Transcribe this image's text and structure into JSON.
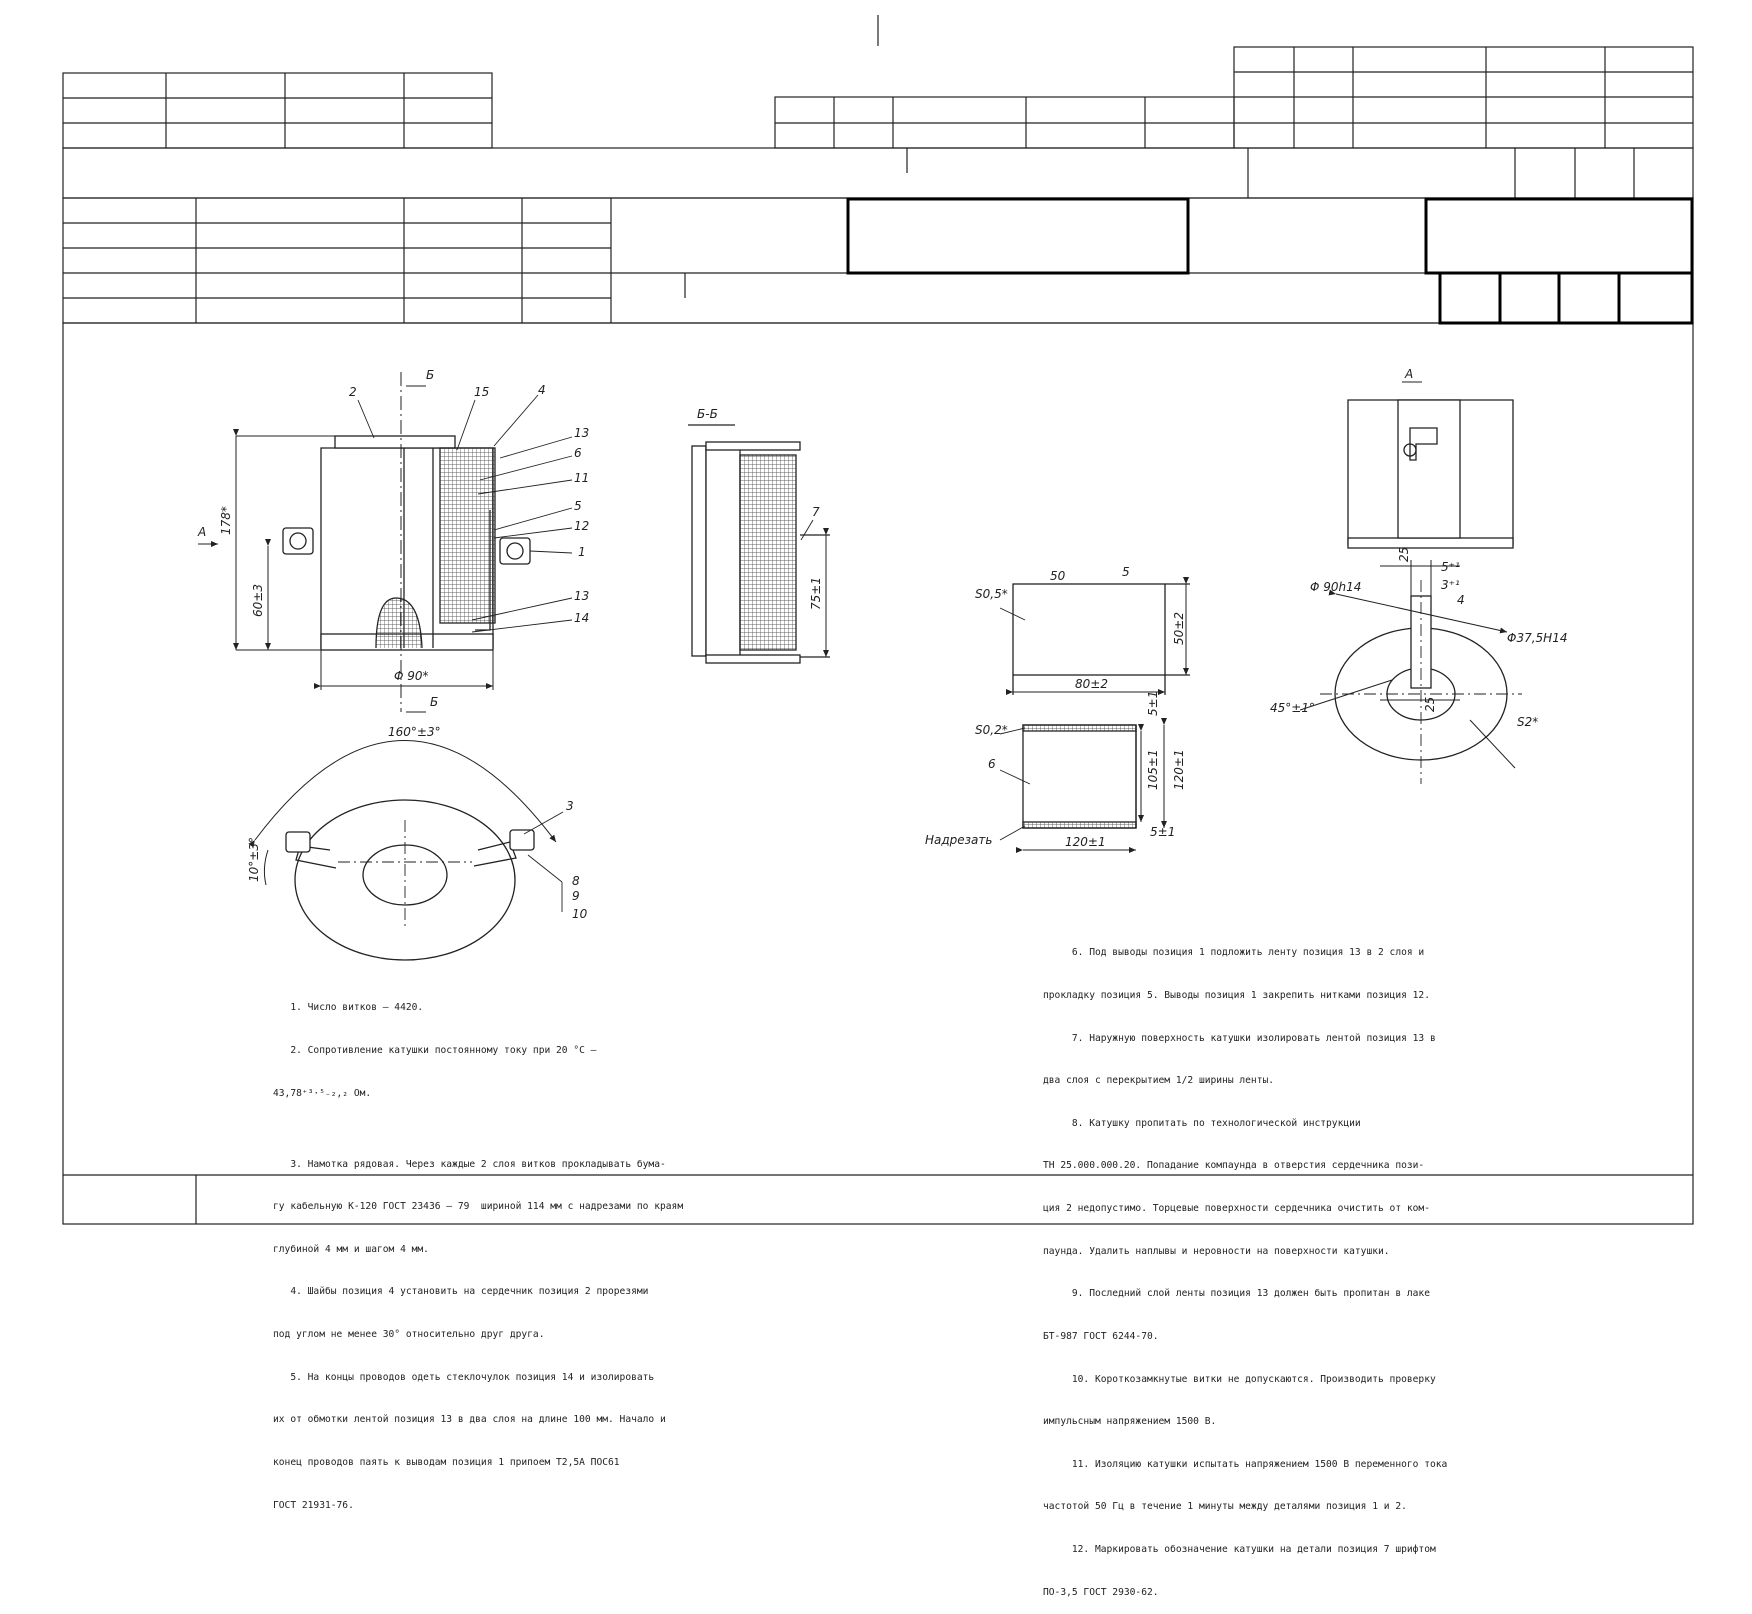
{
  "drawing": {
    "labels": {
      "section_mark": "Б",
      "section_bb_title": "Б-Б",
      "view_a_title": "А",
      "view_a_arrow": "А",
      "dim_height_total": "178*",
      "dim_60": "60±3",
      "dim_diameter": "Φ 90*",
      "dim_75": "75±1",
      "dim_angle_160": "160°±3°",
      "dim_angle_10": "10°±3°",
      "tape_s05": "S0,5*",
      "tape_s02": "S0,2*",
      "rough_50": "50",
      "rough_5": "5",
      "dim_50x2": "50±2",
      "dim_80": "80±2",
      "dim_5a": "5±1",
      "dim_105": "105±1",
      "dim_120v": "120±1",
      "dim_120h": "120±1",
      "dim_5b": "5±1",
      "cut_label": "Надрезать",
      "part_6b": "6",
      "dim_phi90h14": "Φ 90h14",
      "dim_phi375": "Φ37,5H14",
      "dim_45": "45°±1°",
      "dim_s2": "S2*",
      "dim_25a": "25",
      "dim_25b": "25",
      "dim_5c": "5⁺¹",
      "dim_3c": "3⁺¹",
      "rough_4": "4"
    },
    "positions": [
      "2",
      "15",
      "4",
      "13",
      "6",
      "11",
      "5",
      "12",
      "1",
      "13",
      "14",
      "7",
      "3",
      "8",
      "9",
      "10"
    ]
  },
  "notes_left": [
    "   1. Число витков – 4420.",
    "   2. Сопротивление катушки постоянному току при 20 °С –",
    "43,78⁺³·⁵₋₂,₂ Ом.",
    "",
    "   3. Намотка рядовая. Через каждые 2 слоя витков прокладывать бума-",
    "гу кабельную К-120 ГОСТ 23436 – 79  шириной 114 мм с надрезами по краям",
    "глубиной 4 мм и шагом 4 мм.",
    "   4. Шайбы позиция 4 установить на сердечник позиция 2 прорезями",
    "под углом не менее 30° относительно друг друга.",
    "   5. На концы проводов одеть стеклочулок позиция 14 и изолировать",
    "их от обмотки лентой позиция 13 в два слоя на длине 100 мм. Начало и",
    "конец проводов паять к выводам позиция 1 припоем Т2,5А ПОС61",
    "ГОСТ 21931-76."
  ],
  "notes_right": [
    "     6. Под выводы позиция 1 подложить ленту позиция 13 в 2 слоя и",
    "прокладку позиция 5. Выводы позиция 1 закрепить нитками позиция 12.",
    "     7. Наружную поверхность катушки изолировать лентой позиция 13 в",
    "два слоя с перекрытием 1/2 ширины ленты.",
    "     8. Катушку пропитать по технологической инструкции",
    "ТН 25.000.000.20. Попадание компаунда в отверстия сердечника пози-",
    "ция 2 недопустимо. Торцевые поверхности сердечника очистить от ком-",
    "паунда. Удалить наплывы и неровности на поверхности катушки.",
    "     9. Последний слой ленты позиция 13 должен быть пропитан в лаке",
    "БТ-987 ГОСТ 6244-70.",
    "     10. Короткозамкнутые витки не допускаются. Производить проверку",
    "импульсным напряжением 1500 В.",
    "     11. Изоляцию катушки испытать напряжением 1500 В переменного тока",
    "частотой 50 Гц в течение 1 минуты между деталями позиция 1 и 2.",
    "     12. Маркировать обозначение катушки на детали позиция 7 шрифтом",
    "ПО-3,5 ГОСТ 2930-62."
  ]
}
